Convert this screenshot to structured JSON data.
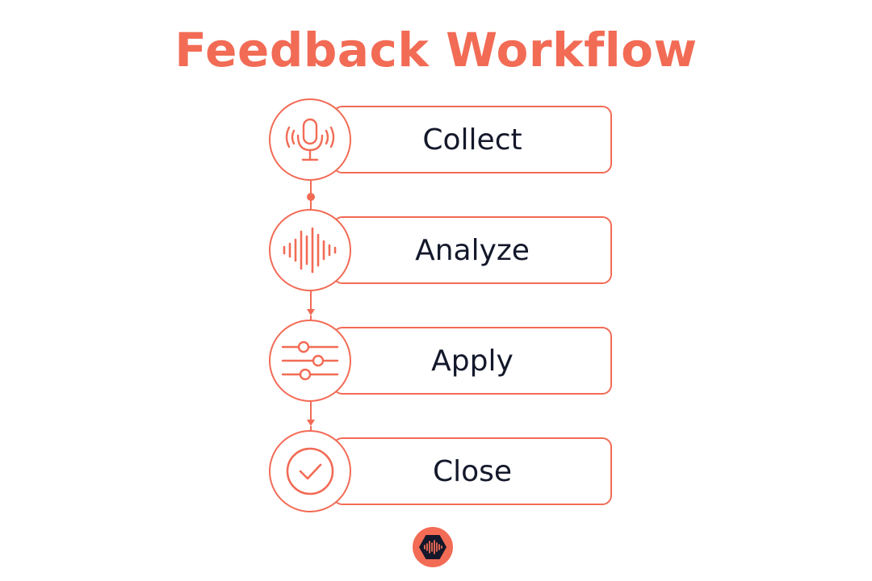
{
  "title": "Feedback Workflow",
  "colors": {
    "accent": "#f26b55",
    "text": "#14182b",
    "logo_dark": "#13182a"
  },
  "steps": [
    {
      "label": "Collect",
      "icon": "microphone-icon"
    },
    {
      "label": "Analyze",
      "icon": "sound-wave-icon"
    },
    {
      "label": "Apply",
      "icon": "sliders-icon"
    },
    {
      "label": "Close",
      "icon": "check-circle-icon"
    }
  ],
  "logo_icon": "sound-wave-logo-icon"
}
